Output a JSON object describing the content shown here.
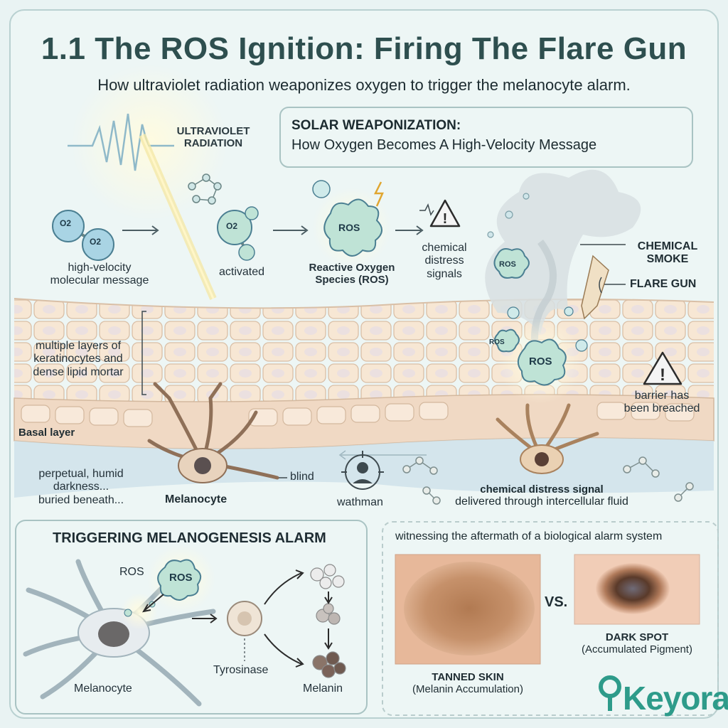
{
  "header": {
    "title": "1.1 The ROS Ignition: Firing The Flare Gun",
    "subtitle": "How ultraviolet radiation weaponizes oxygen to trigger the melanocyte alarm."
  },
  "top_diagram": {
    "uv_label_1": "ULTRAVIOLET",
    "uv_label_2": "RADIATION",
    "o2_label": "O2",
    "o2_caption_1": "high-velocity",
    "o2_caption_2": "molecular message",
    "activated_label": "activated",
    "ros_label": "ROS",
    "ros_caption_1": "Reactive Oxygen",
    "ros_caption_2": "Species (ROS)",
    "distress_1": "chemical",
    "distress_2": "distress",
    "distress_3": "signals"
  },
  "callout": {
    "heading": "SOLAR WEAPONIZATION:",
    "subheading": "How Oxygen Becomes A High-Velocity Message"
  },
  "right_labels": {
    "smoke_1": "CHEMICAL",
    "smoke_2": "SMOKE",
    "flare": "FLARE GUN",
    "breach_1": "barrier has",
    "breach_2": "been breached"
  },
  "skin": {
    "layers_1": "multiple layers of",
    "layers_2": "keratinocytes and",
    "layers_3": "dense lipid mortar",
    "basal": "Basal layer",
    "dark_1": "perpetual, humid",
    "dark_2": "darkness...",
    "dark_3": "buried beneath...",
    "melanocyte": "Melanocyte",
    "blind": "blind",
    "watchman": "wathman",
    "signal_1": "chemical distress signal",
    "signal_2": "delivered through intercellular fluid"
  },
  "bottom_left": {
    "heading": "TRIGGERING MELANOGENESIS ALARM",
    "ros": "ROS",
    "melanocyte": "Melanocyte",
    "tyrosinase": "Tyrosinase",
    "melanin": "Melanin"
  },
  "bottom_right": {
    "heading": "witnessing the aftermath of a biological alarm system",
    "vs": "VS.",
    "tan_1": "TANNED SKIN",
    "tan_2": "(Melanin Accumulation)",
    "spot_1": "DARK SPOT",
    "spot_2": "(Accumulated Pigment)"
  },
  "brand": {
    "logo": "Keyora"
  },
  "colors": {
    "title": "#2e4f4f",
    "accent_teal": "#2e9b8a",
    "ros_cell": "#bfe3d6",
    "skin": "#f3e0cc"
  }
}
